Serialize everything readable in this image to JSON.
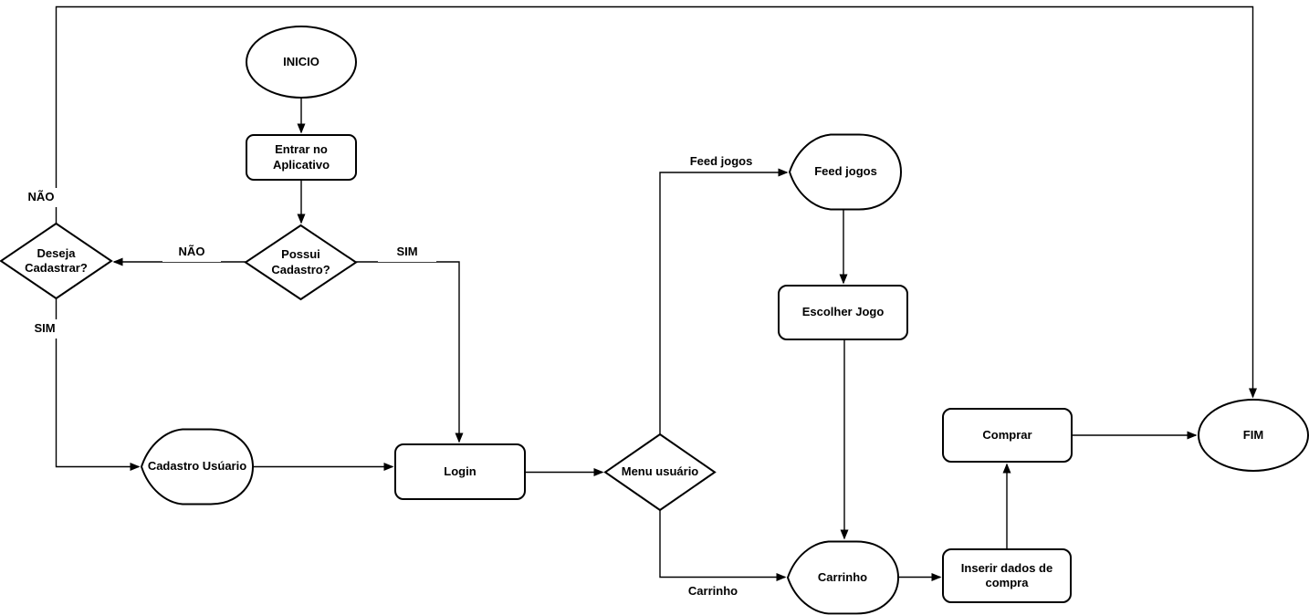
{
  "diagram": {
    "colors": {
      "stroke": "#000000",
      "background": "#ffffff"
    },
    "nodes": {
      "inicio": {
        "label": "INICIO",
        "shape": "ellipse"
      },
      "entrar": {
        "line1": "Entrar no",
        "line2": "Aplicativo",
        "shape": "rounded-rect"
      },
      "possui": {
        "line1": "Possui",
        "line2": "Cadastro?",
        "shape": "diamond"
      },
      "deseja": {
        "line1": "Deseja",
        "line2": "Cadastrar?",
        "shape": "diamond"
      },
      "cadastro_usuario": {
        "label": "Cadastro Usúario",
        "shape": "display"
      },
      "login": {
        "label": "Login",
        "shape": "rounded-rect"
      },
      "menu": {
        "label": "Menu usuário",
        "shape": "diamond"
      },
      "feed": {
        "label": "Feed jogos",
        "shape": "display"
      },
      "escolher": {
        "label": "Escolher Jogo",
        "shape": "rounded-rect"
      },
      "carrinho": {
        "label": "Carrinho",
        "shape": "display"
      },
      "inserir": {
        "line1": "Inserir dados de",
        "line2": "compra",
        "shape": "rounded-rect"
      },
      "comprar": {
        "label": "Comprar",
        "shape": "rounded-rect"
      },
      "fim": {
        "label": "FIM",
        "shape": "ellipse"
      }
    },
    "edge_labels": {
      "nao_top": "NÃO",
      "nao_mid": "NÃO",
      "sim_left": "SIM",
      "sim_right": "SIM",
      "feed": "Feed jogos",
      "carrinho": "Carrinho"
    },
    "edges": [
      {
        "from": "inicio",
        "to": "entrar"
      },
      {
        "from": "entrar",
        "to": "possui"
      },
      {
        "from": "possui",
        "to": "deseja",
        "label": "NÃO"
      },
      {
        "from": "possui",
        "to": "login",
        "label": "SIM"
      },
      {
        "from": "deseja",
        "to": "fim",
        "label": "NÃO"
      },
      {
        "from": "deseja",
        "to": "cadastro_usuario",
        "label": "SIM"
      },
      {
        "from": "cadastro_usuario",
        "to": "login"
      },
      {
        "from": "login",
        "to": "menu"
      },
      {
        "from": "menu",
        "to": "feed",
        "label": "Feed jogos"
      },
      {
        "from": "menu",
        "to": "carrinho",
        "label": "Carrinho"
      },
      {
        "from": "feed",
        "to": "escolher"
      },
      {
        "from": "escolher",
        "to": "carrinho"
      },
      {
        "from": "carrinho",
        "to": "inserir"
      },
      {
        "from": "inserir",
        "to": "comprar"
      },
      {
        "from": "comprar",
        "to": "fim"
      }
    ]
  }
}
